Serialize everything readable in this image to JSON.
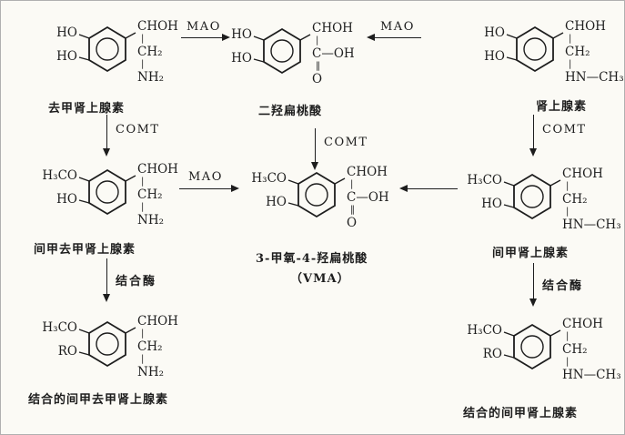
{
  "colors": {
    "background": "#fbfaf5",
    "ink": "#1d1d1d",
    "border": "#b0b0b0"
  },
  "labels": {
    "mao": "MAO",
    "comt": "COMT",
    "conjugase": "结合酶"
  },
  "molecules": [
    {
      "name": "去甲肾上腺素",
      "substituents": [
        "HO",
        "HO"
      ],
      "chain_lines": [
        "CHOH",
        "|",
        "CH₂",
        "|",
        "NH₂"
      ]
    },
    {
      "name": "二羟扁桃酸",
      "substituents": [
        "HO",
        "HO"
      ],
      "chain_lines": [
        "CHOH",
        "|",
        "C—OH",
        "‖",
        "O"
      ]
    },
    {
      "name": "肾上腺素",
      "substituents": [
        "HO",
        "HO"
      ],
      "chain_lines": [
        "CHOH",
        "|",
        "CH₂",
        "|",
        "HN—CH₃"
      ]
    },
    {
      "name": "间甲去甲肾上腺素",
      "substituents": [
        "H₃CO",
        "HO"
      ],
      "chain_lines": [
        "CHOH",
        "|",
        "CH₂",
        "|",
        "NH₂"
      ]
    },
    {
      "name": "3-甲氧-4-羟扁桃酸",
      "name2": "（VMA）",
      "substituents": [
        "H₃CO",
        "HO"
      ],
      "chain_lines": [
        "CHOH",
        "|",
        "C—OH",
        "‖",
        "O"
      ]
    },
    {
      "name": "间甲肾上腺素",
      "substituents": [
        "H₃CO",
        "HO"
      ],
      "chain_lines": [
        "CHOH",
        "|",
        "CH₂",
        "|",
        "HN—CH₃"
      ]
    },
    {
      "name": "结合的间甲去甲肾上腺素",
      "substituents": [
        "H₃CO",
        "RO"
      ],
      "chain_lines": [
        "CHOH",
        "|",
        "CH₂",
        "|",
        "NH₂"
      ]
    },
    {
      "name": "结合的间甲肾上腺素",
      "substituents": [
        "H₃CO",
        "RO"
      ],
      "chain_lines": [
        "CHOH",
        "|",
        "CH₂",
        "|",
        "HN—CH₃"
      ]
    }
  ]
}
